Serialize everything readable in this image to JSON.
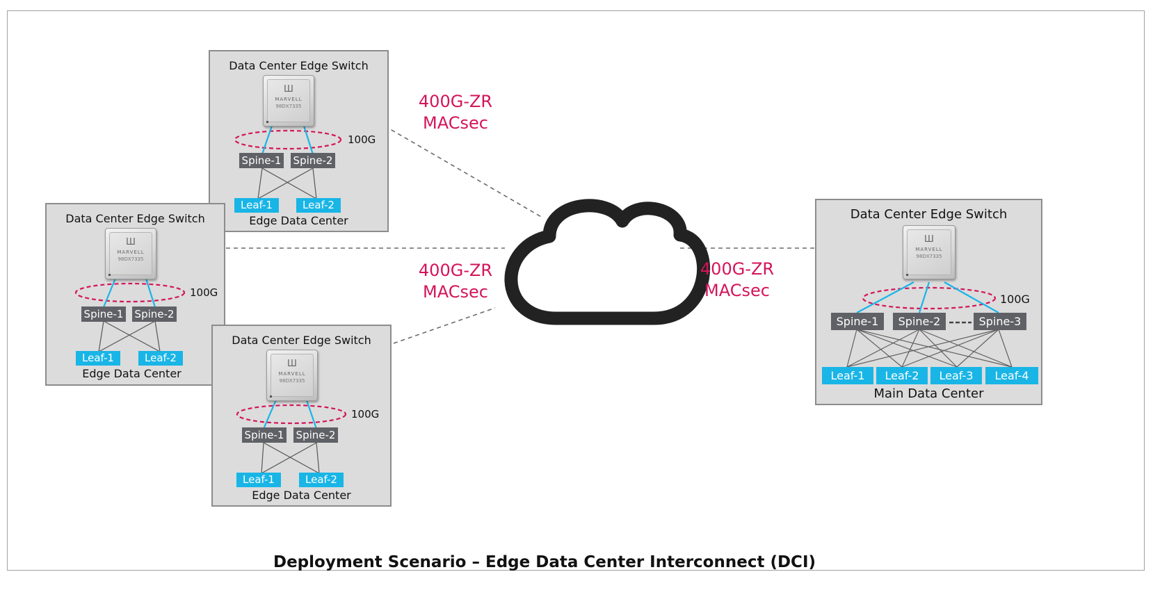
{
  "colors": {
    "protocol_text": "#d4145a",
    "leaf_fill": "#19b5e6",
    "spine_fill": "#5f6166",
    "panel_fill": "#dcdcdc",
    "link_blue": "#19b5e6",
    "ring_red": "#d4145a"
  },
  "panels": {
    "top": {
      "title": "Data Center Edge Switch",
      "chip": {
        "logo": "Ш",
        "brand": "MARVELL",
        "part": "98DX7335"
      },
      "speed": "100G",
      "spines": [
        "Spine-1",
        "Spine-2"
      ],
      "leaves": [
        "Leaf-1",
        "Leaf-2"
      ],
      "footer": "Edge Data Center"
    },
    "left": {
      "title": "Data Center Edge Switch",
      "chip": {
        "logo": "Ш",
        "brand": "MARVELL",
        "part": "98DX7335"
      },
      "speed": "100G",
      "spines": [
        "Spine-1",
        "Spine-2"
      ],
      "leaves": [
        "Leaf-1",
        "Leaf-2"
      ],
      "footer": "Edge Data Center"
    },
    "bottom": {
      "title": "Data Center Edge Switch",
      "chip": {
        "logo": "Ш",
        "brand": "MARVELL",
        "part": "98DX7335"
      },
      "speed": "100G",
      "spines": [
        "Spine-1",
        "Spine-2"
      ],
      "leaves": [
        "Leaf-1",
        "Leaf-2"
      ],
      "footer": "Edge Data Center"
    },
    "main": {
      "title": "Data Center Edge Switch",
      "chip": {
        "logo": "Ш",
        "brand": "MARVELL",
        "part": "98DX7335"
      },
      "speed": "100G",
      "spines": [
        "Spine-1",
        "Spine-2",
        "Spine-3"
      ],
      "leaves": [
        "Leaf-1",
        "Leaf-2",
        "Leaf-3",
        "Leaf-4"
      ],
      "footer": "Main Data Center"
    }
  },
  "links": {
    "upper": {
      "line1": "400G-ZR",
      "line2": "MACsec"
    },
    "lower": {
      "line1": "400G-ZR",
      "line2": "MACsec"
    },
    "right": {
      "line1": "400G-ZR",
      "line2": "MACsec"
    }
  },
  "caption": "Deployment Scenario – Edge Data Center Interconnect (DCI)"
}
